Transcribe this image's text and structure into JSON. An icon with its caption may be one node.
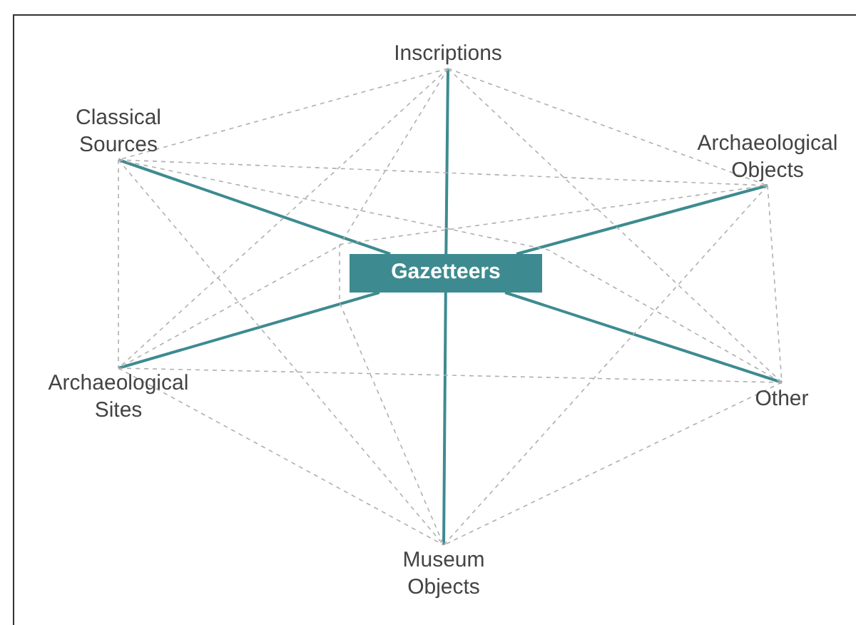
{
  "diagram": {
    "nodes": [
      {
        "text": [
          "Inscriptions"
        ]
      },
      {
        "text": [
          "Classical Sources"
        ]
      },
      {
        "text": [
          "Archaeological Objects"
        ]
      },
      {
        "text": [
          "Gazetteers"
        ]
      },
      {
        "text": [
          "Archaeological Sites"
        ]
      },
      {
        "text": [
          "Other"
        ]
      },
      {
        "text": [
          "Museum Objects"
        ]
      }
    ],
    "edges": [
      {
        "from": 3,
        "to": 0,
        "arrow": "none",
        "color": "#3d8b90"
      },
      {
        "from": 3,
        "to": 1,
        "arrow": "none",
        "color": "#3d8b90"
      },
      {
        "from": 3,
        "to": 2,
        "arrow": "none",
        "color": "#3d8b90"
      },
      {
        "from": 3,
        "to": 4,
        "arrow": "none",
        "color": "#3d8b90"
      },
      {
        "from": 3,
        "to": 5,
        "arrow": "none",
        "color": "#3d8b90"
      },
      {
        "from": 3,
        "to": 6,
        "arrow": "none",
        "color": "#3d8b90"
      },
      {
        "from": 0,
        "to": 1,
        "arrow": "none",
        "style": "dashed"
      },
      {
        "from": 0,
        "to": 2,
        "arrow": "none",
        "style": "dashed"
      },
      {
        "from": 0,
        "to": 4,
        "arrow": "none",
        "style": "dashed"
      },
      {
        "from": 0,
        "to": 5,
        "arrow": "none",
        "style": "dashed"
      },
      {
        "from": 0,
        "to": 6,
        "arrow": "none",
        "style": "dashed"
      },
      {
        "from": 1,
        "to": 2,
        "arrow": "none",
        "style": "dashed"
      },
      {
        "from": 1,
        "to": 4,
        "arrow": "none",
        "style": "dashed"
      },
      {
        "from": 1,
        "to": 5,
        "arrow": "none",
        "style": "dashed"
      },
      {
        "from": 1,
        "to": 6,
        "arrow": "none",
        "style": "dashed"
      },
      {
        "from": 2,
        "to": 4,
        "arrow": "none",
        "style": "dashed"
      },
      {
        "from": 2,
        "to": 5,
        "arrow": "none",
        "style": "dashed"
      },
      {
        "from": 2,
        "to": 6,
        "arrow": "none",
        "style": "dashed"
      },
      {
        "from": 4,
        "to": 5,
        "arrow": "none",
        "style": "dashed"
      },
      {
        "from": 4,
        "to": 6,
        "arrow": "none",
        "style": "dashed"
      },
      {
        "from": 5,
        "to": 6,
        "arrow": "none",
        "style": "dashed"
      }
    ]
  }
}
